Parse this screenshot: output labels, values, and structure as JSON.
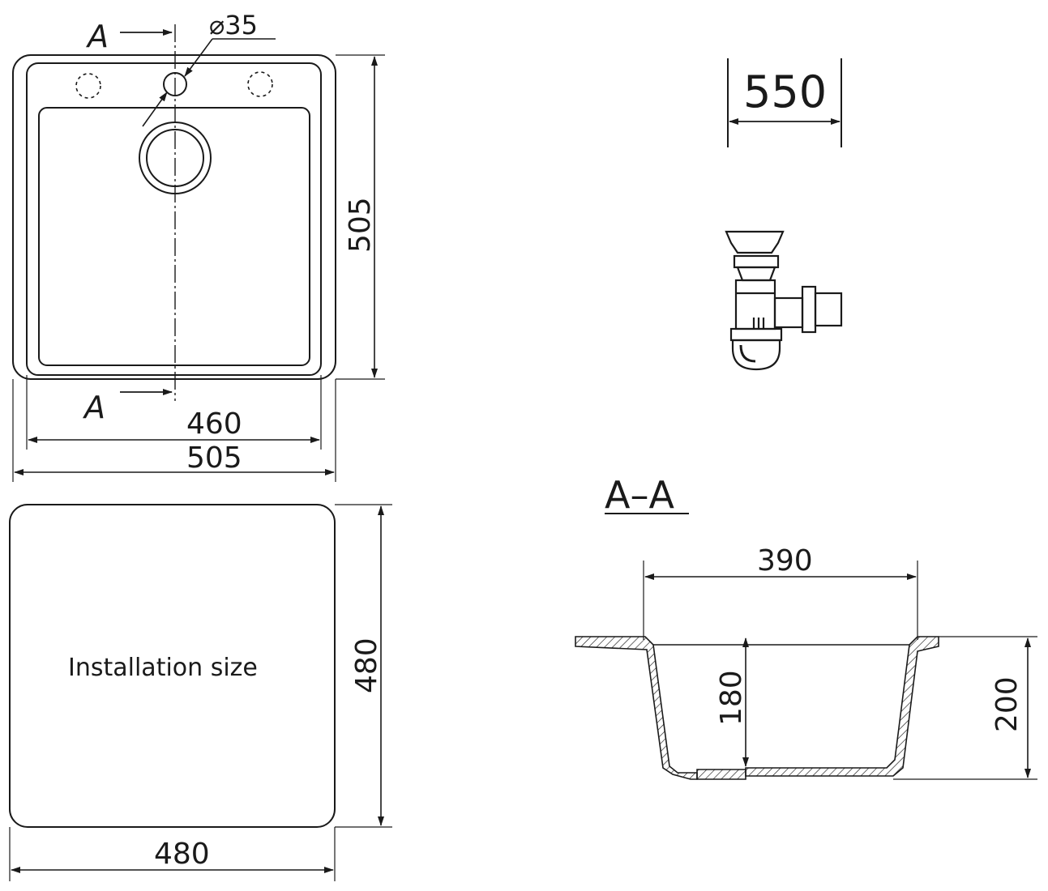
{
  "top_view": {
    "section_mark_top": "A",
    "section_mark_bottom": "A",
    "hole_diameter": "⌀35",
    "dim_height": "505",
    "dim_inner_width": "460",
    "dim_outer_width": "505"
  },
  "cabinet": {
    "dim_width": "550"
  },
  "installation": {
    "label": "Installation size",
    "dim_height": "480",
    "dim_width": "480"
  },
  "section": {
    "title": "A–A",
    "dim_top_width": "390",
    "dim_inner_depth": "180",
    "dim_total_depth": "200"
  }
}
